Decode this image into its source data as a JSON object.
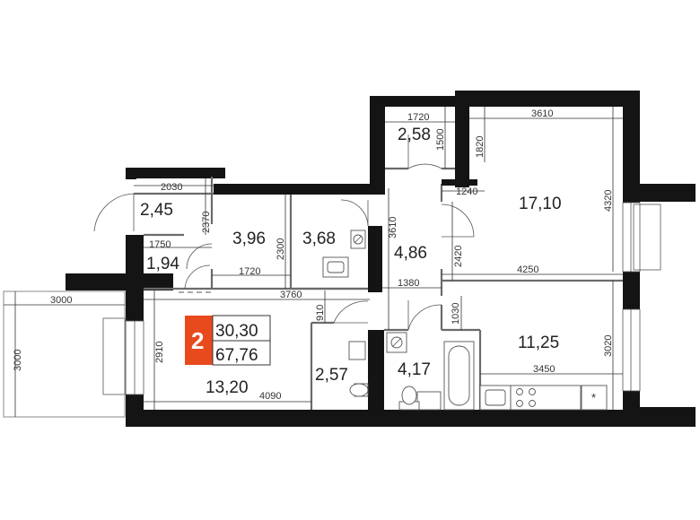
{
  "rooms": [
    {
      "id": "loggia-upper",
      "area": "2,58"
    },
    {
      "id": "bedroom",
      "area": "17,10"
    },
    {
      "id": "storage-left",
      "area": "2,45"
    },
    {
      "id": "wardrobe",
      "area": "3,96"
    },
    {
      "id": "bathroom-upper",
      "area": "3,68"
    },
    {
      "id": "hall",
      "area": "4,86"
    },
    {
      "id": "corridor-left",
      "area": "1,94"
    },
    {
      "id": "living-room",
      "area": "13,20"
    },
    {
      "id": "toilet",
      "area": "2,57"
    },
    {
      "id": "bathroom",
      "area": "4,17"
    },
    {
      "id": "kitchen",
      "area": "11,25"
    }
  ],
  "dimensions": [
    {
      "id": "d1720-top",
      "text": "1720"
    },
    {
      "id": "d3610-top",
      "text": "3610"
    },
    {
      "id": "d1500",
      "text": "1500"
    },
    {
      "id": "d1820",
      "text": "1820"
    },
    {
      "id": "d4320",
      "text": "4320"
    },
    {
      "id": "d1240",
      "text": "1240"
    },
    {
      "id": "d2030",
      "text": "2030"
    },
    {
      "id": "d2370",
      "text": "2370"
    },
    {
      "id": "d2300",
      "text": "2300"
    },
    {
      "id": "d3610-mid",
      "text": "3610"
    },
    {
      "id": "d2420",
      "text": "2420"
    },
    {
      "id": "d1750",
      "text": "1750"
    },
    {
      "id": "d1720-mid",
      "text": "1720"
    },
    {
      "id": "d4250",
      "text": "4250"
    },
    {
      "id": "d3760",
      "text": "3760"
    },
    {
      "id": "d1380",
      "text": "1380"
    },
    {
      "id": "d3000-h",
      "text": "3000"
    },
    {
      "id": "d3000-v",
      "text": "3000"
    },
    {
      "id": "d910",
      "text": "910"
    },
    {
      "id": "d1030",
      "text": "1030"
    },
    {
      "id": "d2910",
      "text": "2910"
    },
    {
      "id": "d3020",
      "text": "3020"
    },
    {
      "id": "d3450",
      "text": "3450"
    },
    {
      "id": "d4090",
      "text": "4090"
    }
  ],
  "badge": {
    "rooms_count": "2",
    "living_area": "30,30",
    "total_area": "67,76",
    "color": "#e8491d"
  },
  "icons": [
    "door-swing-icon",
    "toilet-icon",
    "sink-icon",
    "bathtub-icon",
    "stove-icon",
    "window-icon"
  ]
}
